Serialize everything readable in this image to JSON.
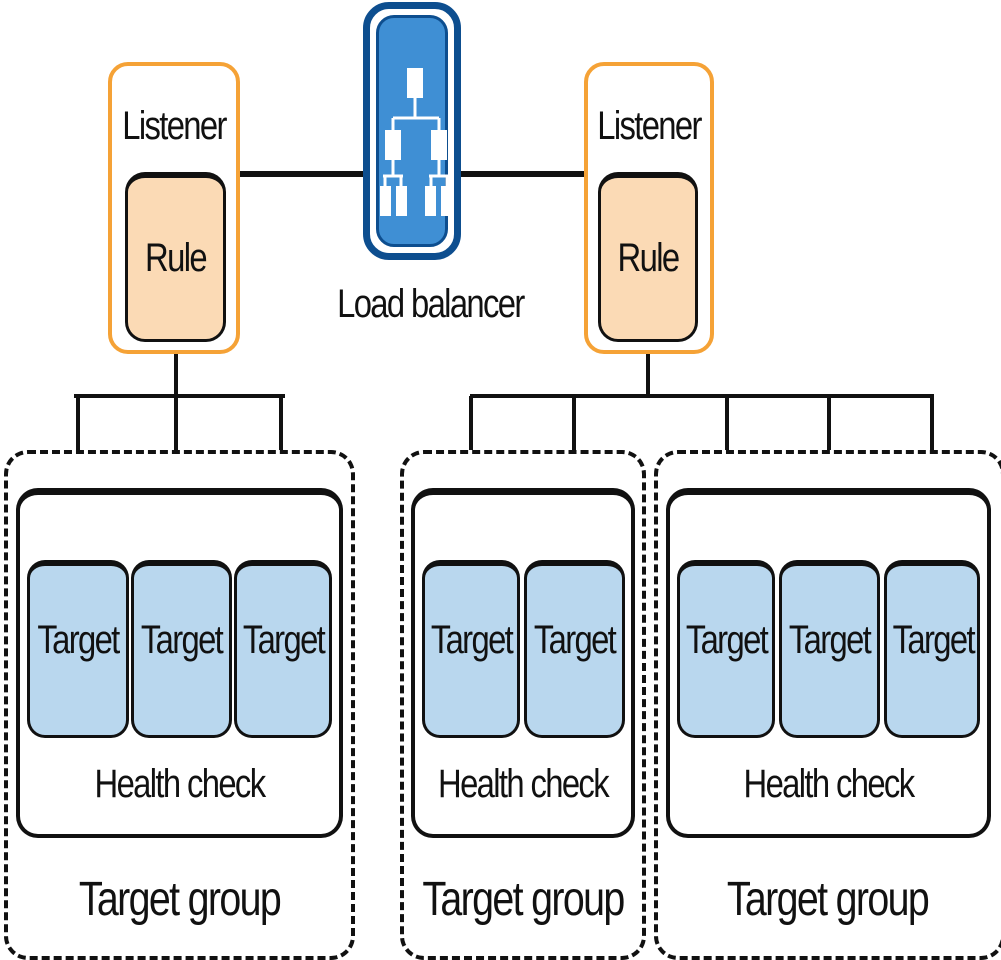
{
  "colors": {
    "listener_border": "#f5a236",
    "rule_fill": "#fbdab5",
    "target_fill": "#b9d7ee",
    "load_balancer_blue": "#3f8fd4",
    "load_balancer_border": "#0d4e8f",
    "stroke": "#111111"
  },
  "load_balancer": {
    "label": "Load balancer",
    "icon": "hierarchy-icon"
  },
  "listeners": [
    {
      "label": "Listener",
      "rule_label": "Rule"
    },
    {
      "label": "Listener",
      "rule_label": "Rule"
    }
  ],
  "target_groups": [
    {
      "label": "Target group",
      "health_check_label": "Health check",
      "targets": [
        "Target",
        "Target",
        "Target"
      ]
    },
    {
      "label": "Target group",
      "health_check_label": "Health check",
      "targets": [
        "Target",
        "Target"
      ]
    },
    {
      "label": "Target group",
      "health_check_label": "Health check",
      "targets": [
        "Target",
        "Target",
        "Target"
      ]
    }
  ]
}
